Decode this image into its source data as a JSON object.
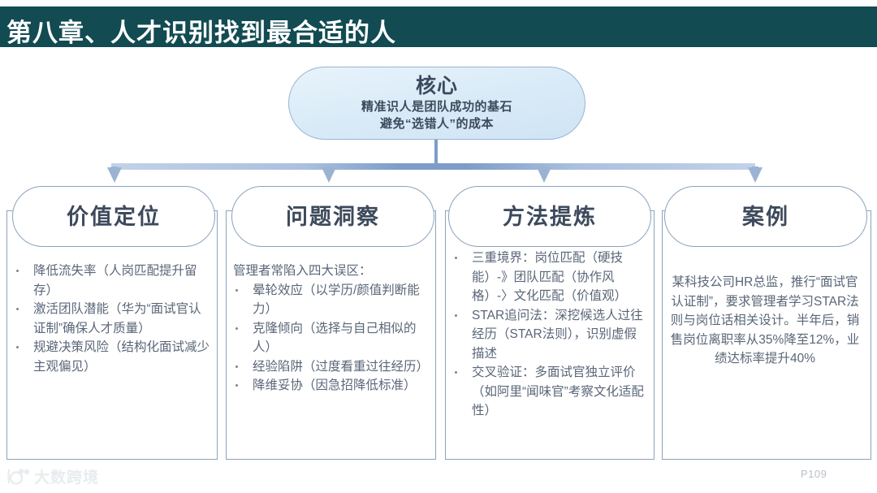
{
  "slide": {
    "title": "第八章、人才识别找到最合适的人",
    "page_label": "P109",
    "watermark_text": "大数跨境",
    "colors": {
      "title_bar": "#124b52",
      "title_text": "#ffffff",
      "core_fill_start": "#e8f3fb",
      "core_fill_end": "#cfe4f4",
      "core_border": "#9ab4d4",
      "box_border": "#8ba3bd",
      "heading_text": "#3d4a5c",
      "body_text": "#5a6678",
      "connector": "#7d9dc8",
      "arrow": "#9bb3d3",
      "page_num": "#b9bfc6"
    }
  },
  "core": {
    "title": "核心",
    "subtitle_line1": "精准识人是团队成功的基石",
    "subtitle_line2": "避免“选错人”的成本"
  },
  "columns": [
    {
      "heading": "价值定位",
      "intro": "",
      "bullets": [
        "降低流失率（人岗匹配提升留存）",
        "激活团队潜能（华为“面试官认证制”确保人才质量）",
        "规避决策风险（结构化面试减少主观偏见）"
      ],
      "paragraph": ""
    },
    {
      "heading": "问题洞察",
      "intro": "管理者常陷入四大误区：",
      "bullets": [
        "晕轮效应（以学历/颜值判断能力）",
        "克隆倾向（选择与自己相似的人）",
        "经验陷阱（过度看重过往经历）",
        "降维妥协（因急招降低标准）"
      ],
      "paragraph": ""
    },
    {
      "heading": "方法提炼",
      "intro": "",
      "bullets": [
        "三重境界：岗位匹配（硬技能）-》团队匹配（协作风格）-〉文化匹配（价值观）",
        "STAR追问法：深挖候选人过往经历（STAR法则），识别虚假描述",
        "交叉验证：多面试官独立评价（如阿里“闻味官”考察文化适配性）"
      ],
      "paragraph": ""
    },
    {
      "heading": "案例",
      "intro": "",
      "bullets": [],
      "paragraph": "某科技公司HR总监，推行“面试官认证制”，要求管理者学习STAR法则与岗位话相关设计。半年后，销售岗位离职率从35%降至12%，业绩达标率提升40%"
    }
  ]
}
